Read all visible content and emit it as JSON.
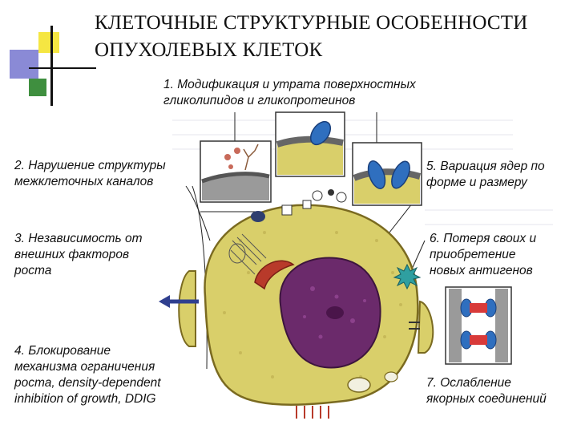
{
  "title": {
    "line1": "КЛЕТОЧНЫЕ СТРУКТУРНЫЕ ОСОБЕННОСТИ",
    "line2": "ОПУХОЛЕВЫХ КЛЕТОК"
  },
  "labels": {
    "l1": {
      "line1": "1. Модификация и утрата поверхностных",
      "line2": "гликолипидов и гликопротеинов"
    },
    "l2": {
      "line1": "2. Нарушение структуры",
      "line2": "межклеточных каналов"
    },
    "l3": {
      "line1": "3. Независимость от",
      "line2": "внешних факторов",
      "line3": "роста"
    },
    "l4": {
      "line1": "4. Блокирование",
      "line2": "механизма ограничения",
      "line3": "роста, density-dependent",
      "line4": "inhibition of growth, DDIG"
    },
    "l5": {
      "line1": "5. Вариация ядер по",
      "line2": "форме и размеру"
    },
    "l6": {
      "line1": "6. Потеря своих  и",
      "line2": "приобретение",
      "line3": "новых антигенов"
    },
    "l7": {
      "line1": "7. Ослабление",
      "line2": "якорных соединений"
    }
  },
  "colors": {
    "accent_square_yellow": "#f5e642",
    "accent_square_purple": "#8a8ad6",
    "accent_square_green": "#3f8f3f",
    "cytoplasm": "#d9cf6a",
    "nucleus": "#6b2a6b",
    "membrane_protein": "#2f6fbf"
  }
}
